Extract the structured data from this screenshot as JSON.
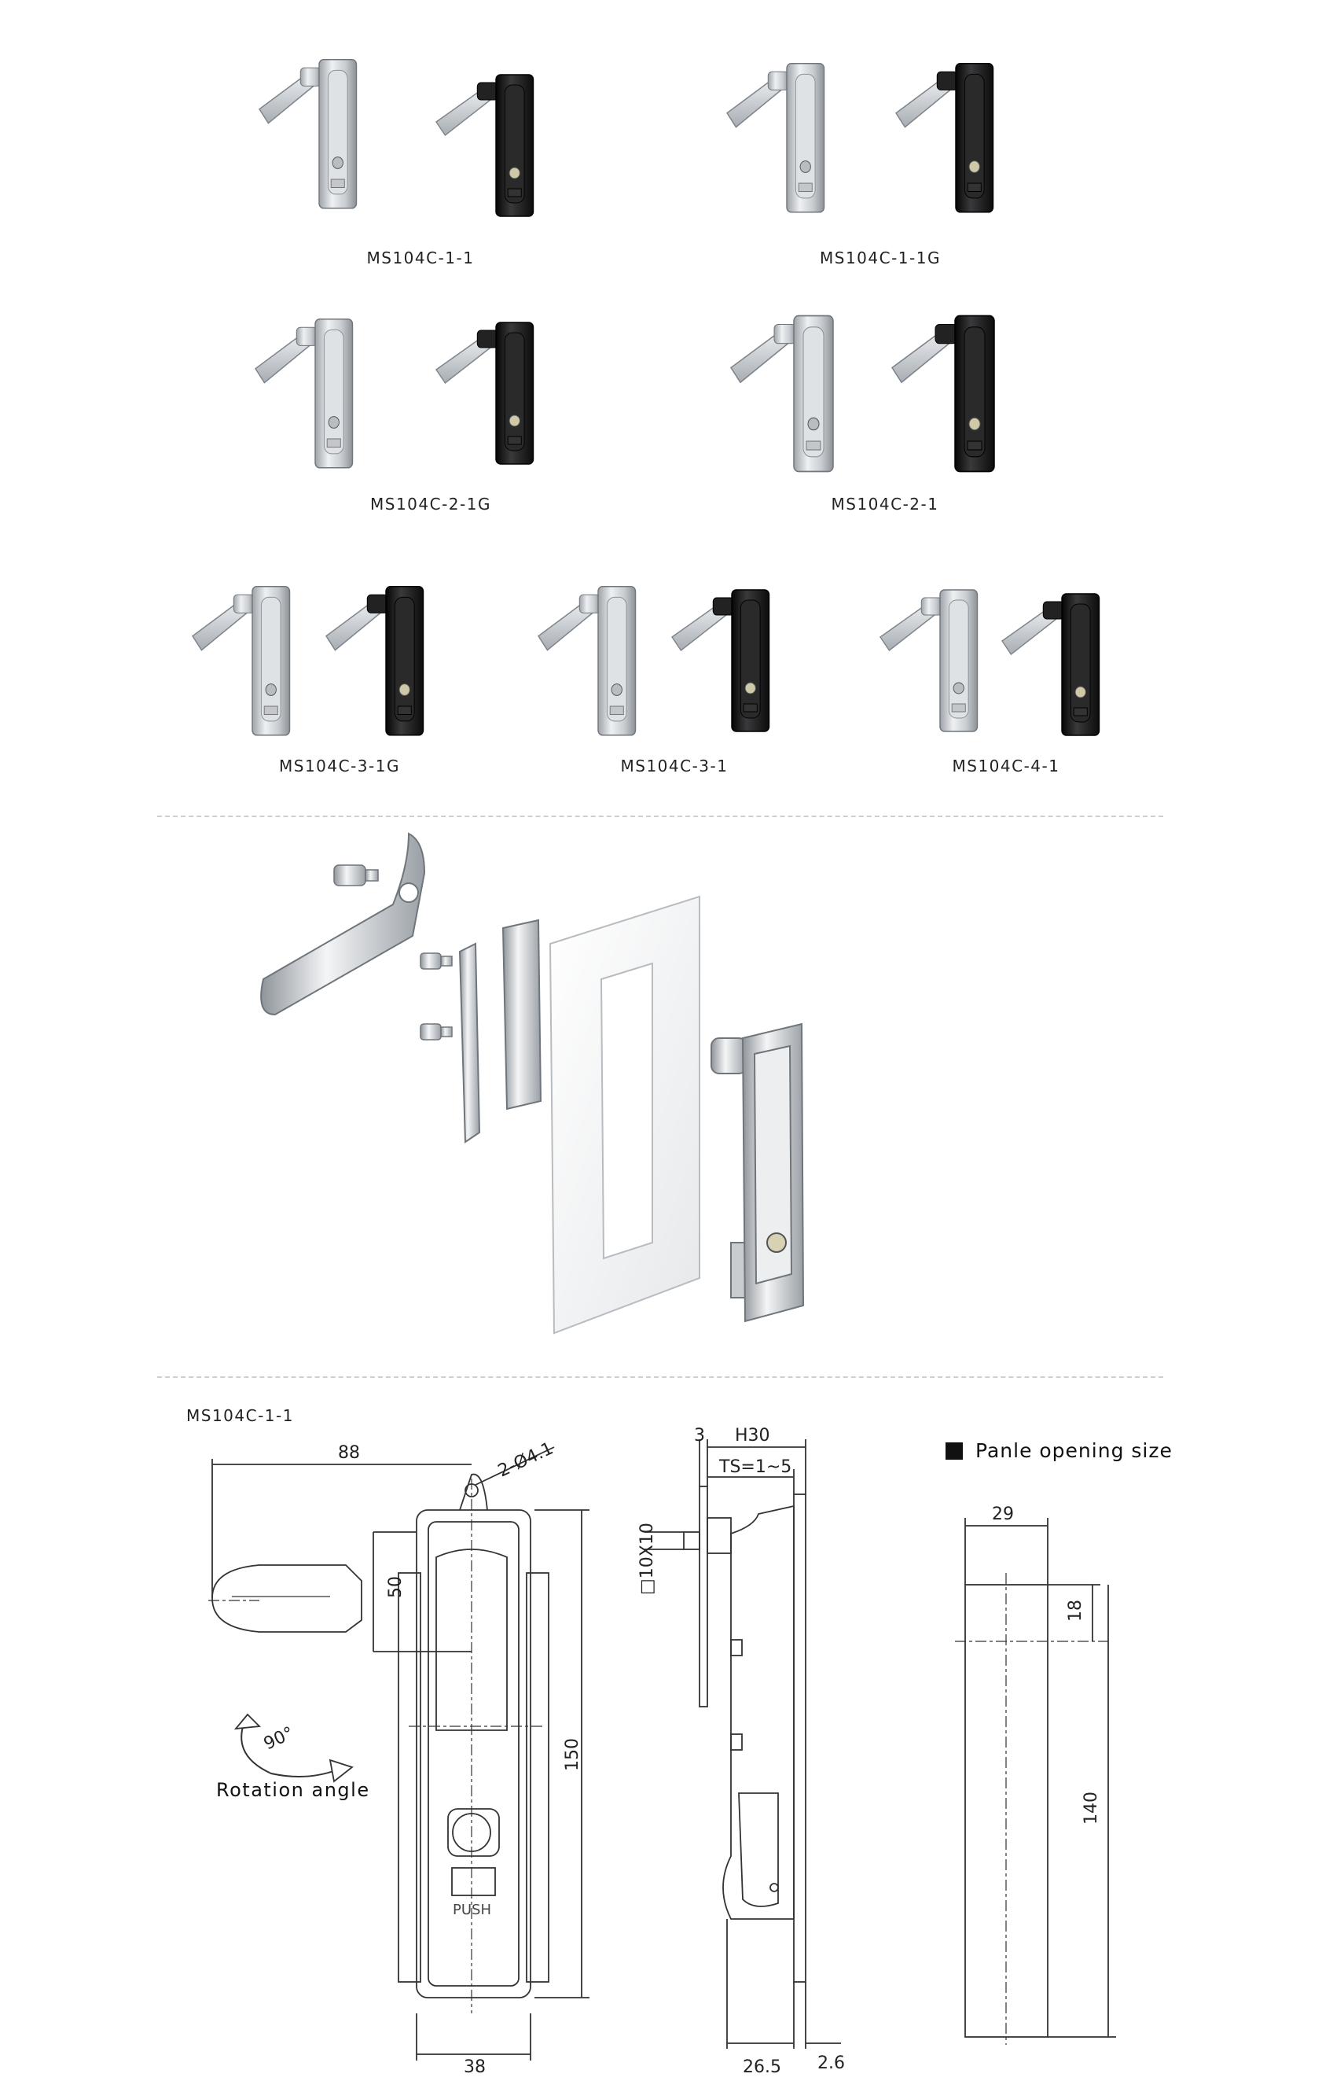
{
  "products": [
    {
      "model": "MS104C-1-1"
    },
    {
      "model": "MS104C-1-1G"
    },
    {
      "model": "MS104C-2-1G"
    },
    {
      "model": "MS104C-2-1"
    },
    {
      "model": "MS104C-3-1G"
    },
    {
      "model": "MS104C-3-1"
    },
    {
      "model": "MS104C-4-1"
    }
  ],
  "drawing": {
    "model": "MS104C-1-1",
    "front": {
      "dim_width_top": "88",
      "dim_holes": "2-Ø4.1",
      "dim_50": "50",
      "dim_150": "150",
      "dim_bottom": "38",
      "rotation_degrees": "90°",
      "rotation_label": "Rotation angle",
      "push_text": "PUSH"
    },
    "side": {
      "dim_3": "3",
      "dim_h30": "H30",
      "dim_ts": "TS=1~5",
      "dim_square": "□10X10",
      "dim_26_5": "26.5",
      "dim_2_6": "2.6"
    },
    "opening": {
      "title": "Panle opening size",
      "dim_width": "29",
      "dim_18": "18",
      "dim_140": "140"
    }
  },
  "colors": {
    "silver": "#d9dcdf",
    "black": "#1b1b1c",
    "line": "#333333",
    "divider": "#cfcfcf"
  }
}
